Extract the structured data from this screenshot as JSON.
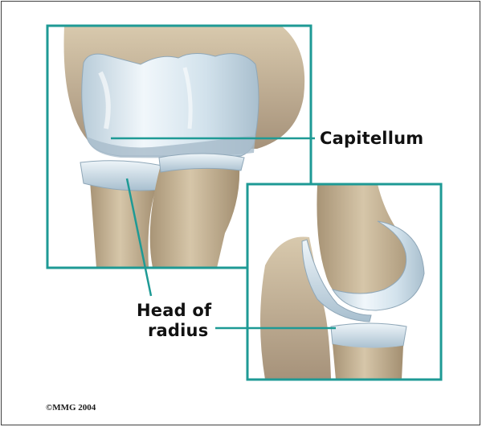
{
  "labels": {
    "capitellum": "Capitellum",
    "head_of_radius_line1": "Head of",
    "head_of_radius_line2": "radius"
  },
  "copyright": "©MMG 2004",
  "colors": {
    "frame": "#1e9a95",
    "bone": "#c9b699",
    "bone_shadow": "#9c8a70",
    "cartilage": "#dceaf2",
    "cartilage_shadow": "#9fb6c6",
    "page_border": "#3f3f3f"
  }
}
